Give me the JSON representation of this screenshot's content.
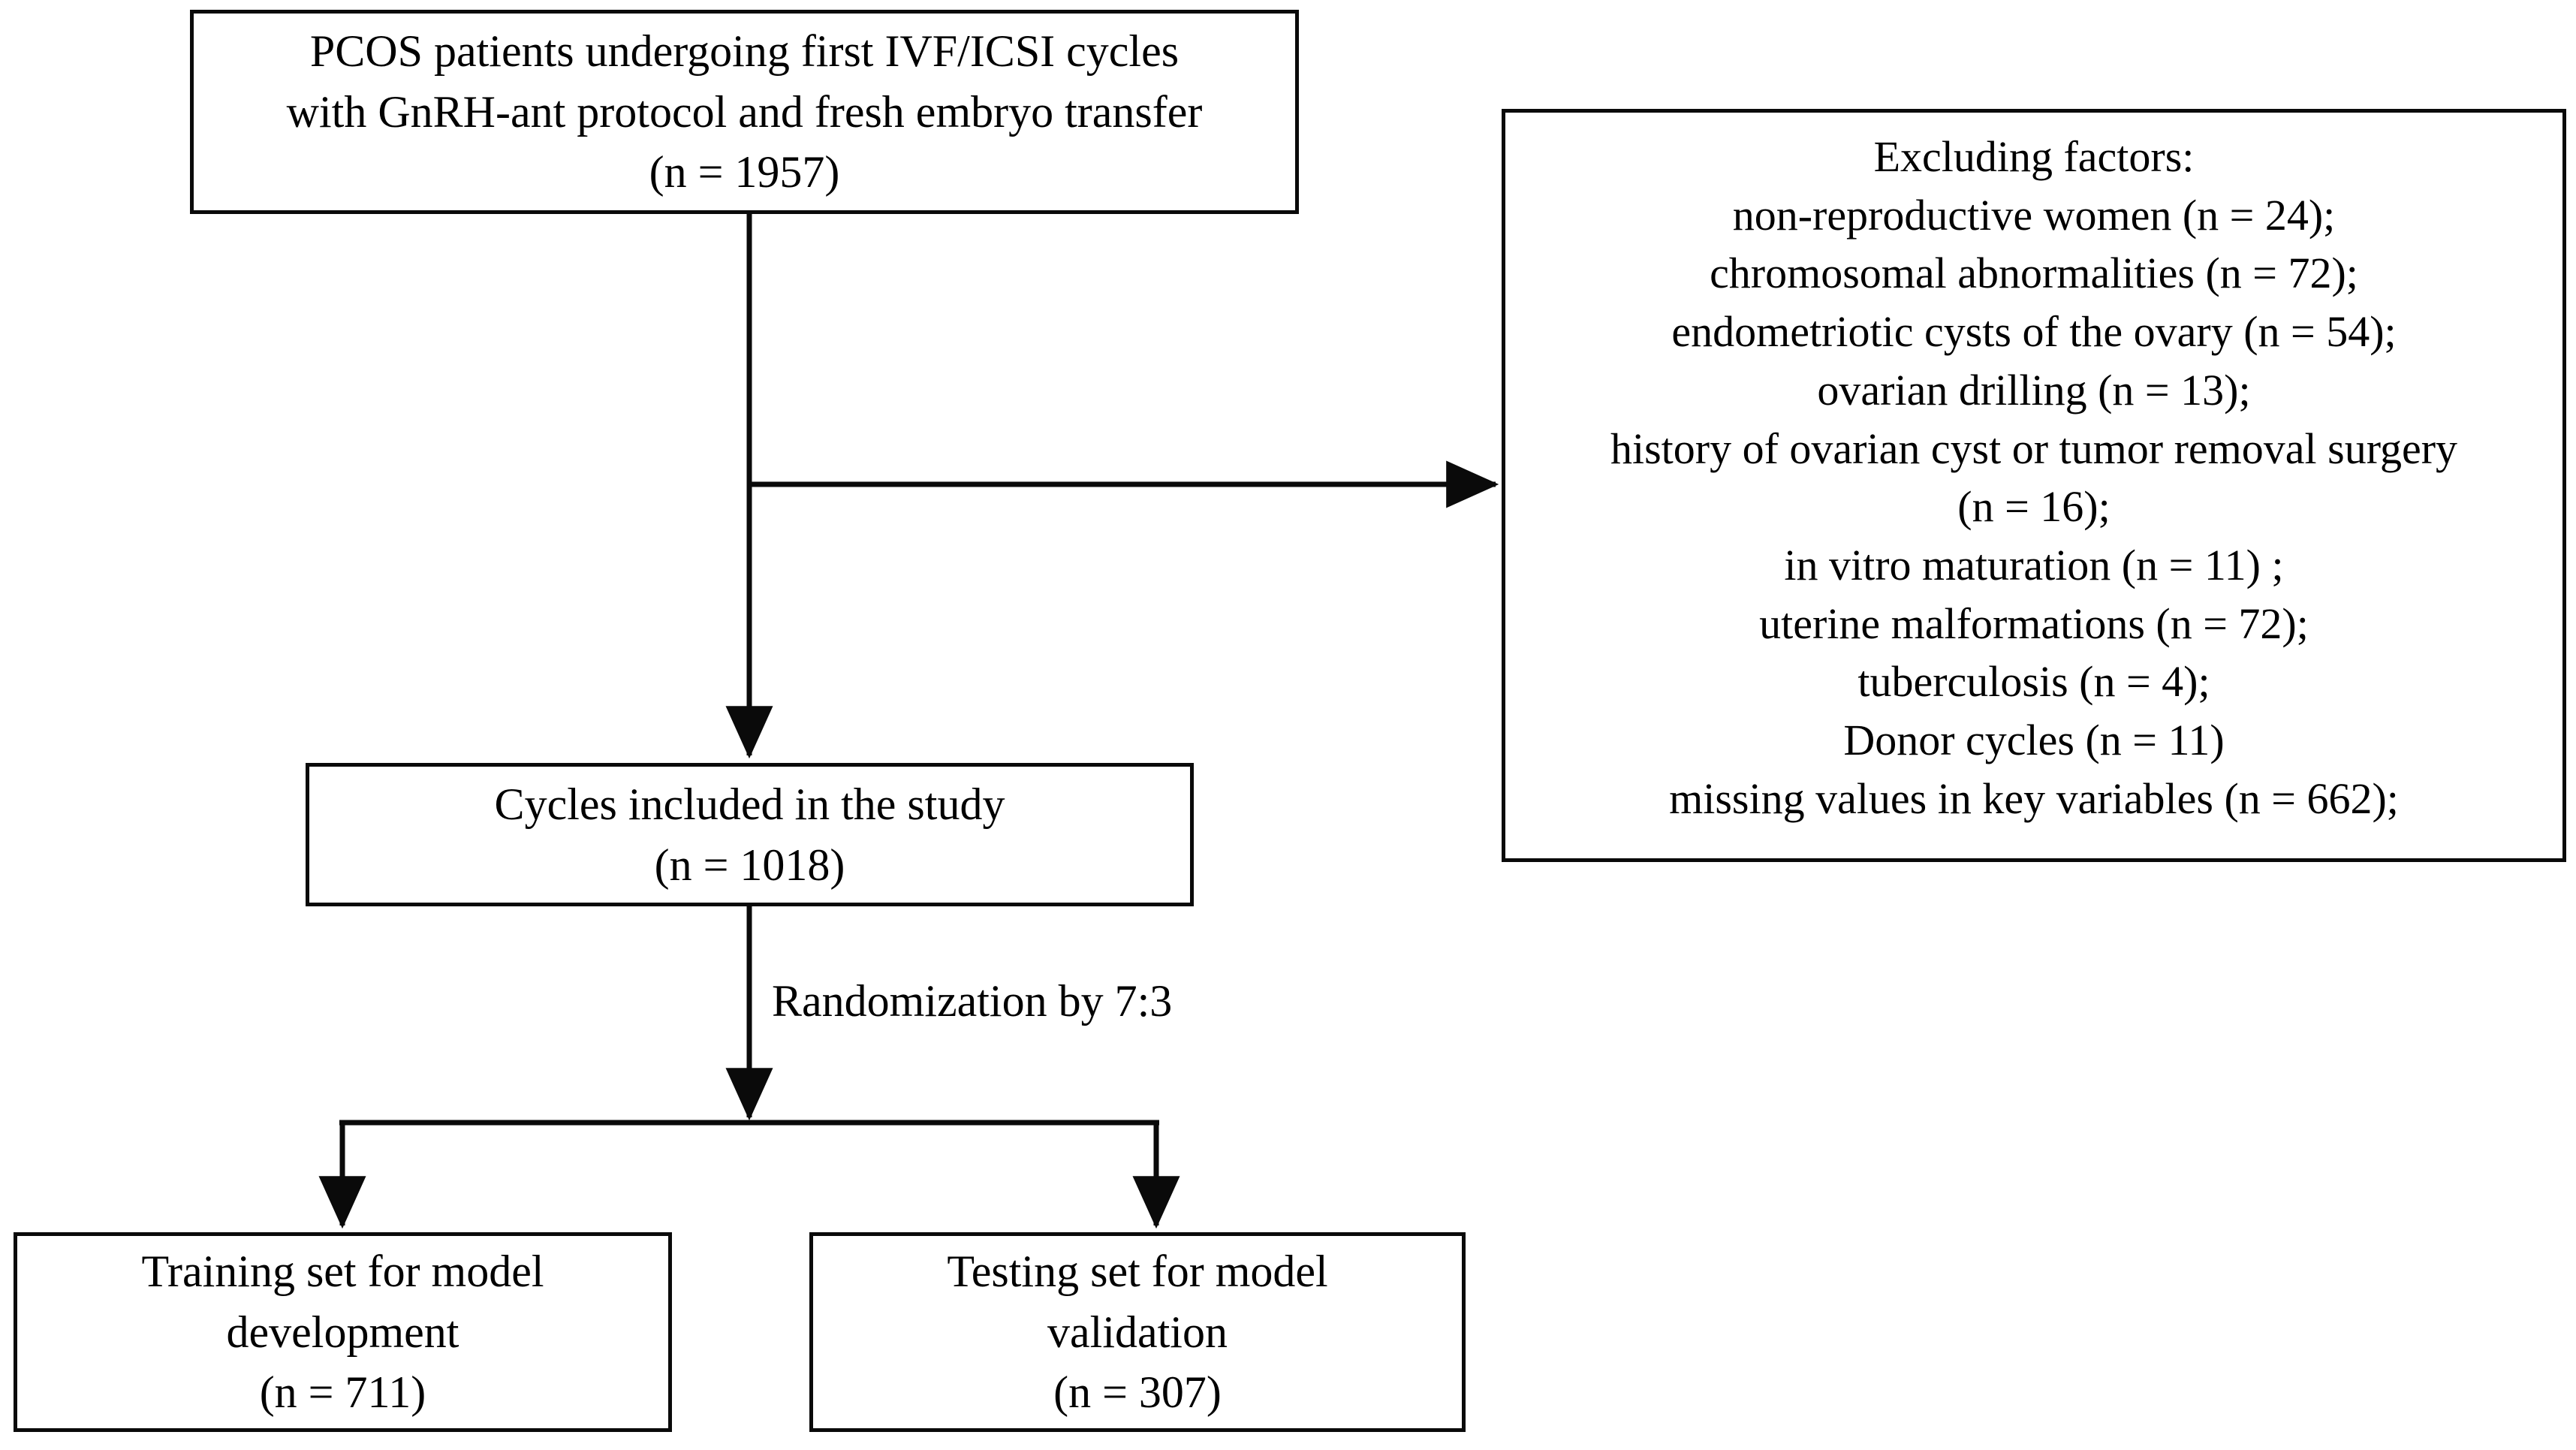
{
  "diagram": {
    "title": "PCOS IVF/ICSI study participant flow diagram",
    "type": "flowchart",
    "stroke_color": "#0a0a0a",
    "background_color": "#ffffff",
    "text_color": "#000000"
  },
  "nodes": {
    "source": {
      "name": "source-cohort",
      "lines": [
        "PCOS patients undergoing first IVF/ICSI cycles",
        "with GnRH-ant protocol and fresh embryo transfer",
        "(n = 1957)"
      ],
      "n": 1957
    },
    "exclusions": {
      "name": "excluding-factors",
      "heading": "Excluding factors:",
      "lines": [
        "non-reproductive women (n = 24);",
        "chromosomal abnormalities (n = 72);",
        "endometriotic cysts of the ovary (n = 54);",
        "ovarian drilling (n = 13);",
        "history of ovarian cyst or tumor removal surgery",
        "(n = 16);",
        "in vitro maturation (n = 11) ;",
        "uterine malformations (n = 72);",
        "tuberculosis (n = 4);",
        "Donor cycles (n = 11)",
        "missing values in key variables (n = 662);"
      ]
    },
    "included": {
      "name": "cycles-included",
      "lines": [
        "Cycles included in the study",
        "(n = 1018)"
      ],
      "n": 1018
    },
    "training": {
      "name": "training-set",
      "lines": [
        "Training set for model",
        "development",
        "(n = 711)"
      ],
      "n": 711
    },
    "testing": {
      "name": "testing-set",
      "lines": [
        "Testing set for model",
        "validation",
        "(n = 307)"
      ],
      "n": 307
    }
  },
  "edges": {
    "randomization_label": "Randomization by 7:3"
  }
}
